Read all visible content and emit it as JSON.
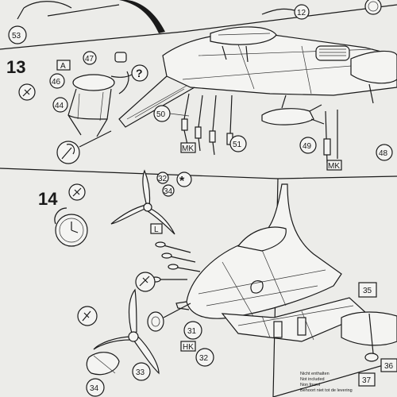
{
  "steps": {
    "s13": "13",
    "s14": "14"
  },
  "parts": {
    "p53": "53",
    "p12": "12",
    "p47": "47",
    "p46": "46",
    "p44": "44",
    "p50": "50",
    "p51": "51",
    "p49": "49",
    "p48": "48",
    "p32a": "32",
    "p34a": "34",
    "p35": "35",
    "p31": "31",
    "p32b": "32",
    "p33": "33",
    "p34b": "34",
    "p36": "36",
    "p37": "37"
  },
  "symbols": {
    "question": "?",
    "asterisk": "*",
    "decal_a": "A",
    "decal_mk1": "MK",
    "decal_mk2": "MK",
    "decal_l": "L",
    "decal_hk": "HK"
  },
  "notice_lines": [
    "Nicht enthalten",
    "Not included",
    "Non fourni",
    "Behoort niet tot de levering"
  ]
}
